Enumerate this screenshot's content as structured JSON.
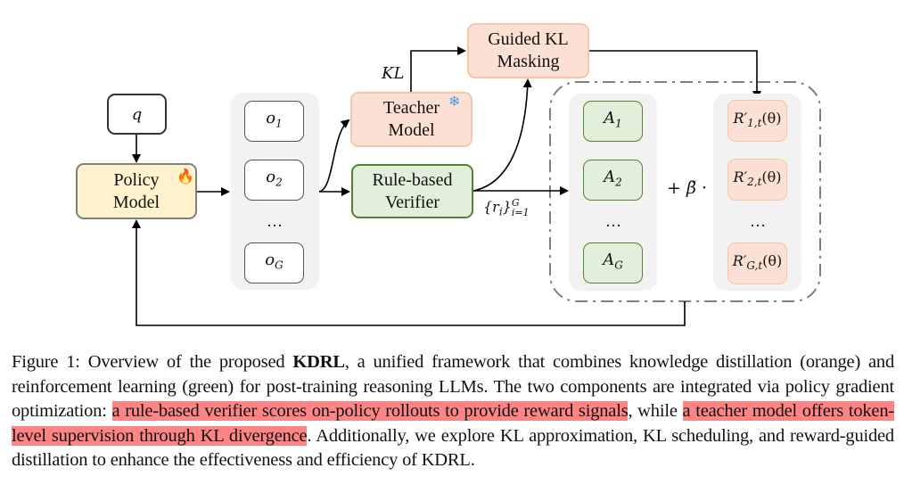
{
  "diagram": {
    "query": "q",
    "policy_model": {
      "line1": "Policy",
      "line2": "Model",
      "icon": "fire-icon"
    },
    "outputs": [
      "o₁",
      "o₂",
      "…",
      "o_G"
    ],
    "output_items": [
      {
        "base": "o",
        "sub": "1"
      },
      {
        "base": "o",
        "sub": "2"
      },
      {
        "base": "o",
        "sub": "G"
      }
    ],
    "teacher_model": {
      "line1": "Teacher",
      "line2": "Model",
      "icon": "snowflake-icon"
    },
    "verifier": {
      "line1": "Rule-based",
      "line2": "Verifier"
    },
    "guided_kl": {
      "line1": "Guided KL",
      "line2": "Masking"
    },
    "kl_label": "KL",
    "reward_label": {
      "base": "{r",
      "sub_i": "i",
      "close": "}",
      "sup": "G",
      "sub": "i=1"
    },
    "advantages": [
      {
        "base": "A",
        "sub": "1"
      },
      {
        "base": "A",
        "sub": "2"
      },
      {
        "base": "A",
        "sub": "G"
      }
    ],
    "ellipsis": "…",
    "combine_op": "+ β̃ ·",
    "ratios": [
      {
        "base": "R′",
        "sub": "1,t",
        "arg": "(θ)"
      },
      {
        "base": "R′",
        "sub": "2,t",
        "arg": "(θ)"
      },
      {
        "base": "R′",
        "sub": "G,t",
        "arg": "(θ)"
      }
    ],
    "colors": {
      "policy_fill": "#fff2cc",
      "orange_fill": "#fbe0d3",
      "orange_border": "#f6c6aa",
      "green_fill": "#e2efda",
      "green_border": "#548235",
      "panel": "#f2f2f2",
      "highlight": "#fe8585"
    }
  },
  "caption": {
    "prefix": "Figure 1: Overview of the proposed ",
    "bold": "KDRL",
    "part1": ", a unified framework that combines knowledge distillation (orange) and reinforcement learning (green) for post-training reasoning LLMs. The two components are integrated via policy gradient optimization: ",
    "highlight1": "a rule-based verifier scores on-policy rollouts to provide reward signals",
    "part2": ", while ",
    "highlight2": "a teacher model offers token-level supervision through KL divergence",
    "part3": ". Additionally, we explore KL approximation, KL scheduling, and reward-guided distillation to enhance the effectiveness and efficiency of KDRL."
  }
}
